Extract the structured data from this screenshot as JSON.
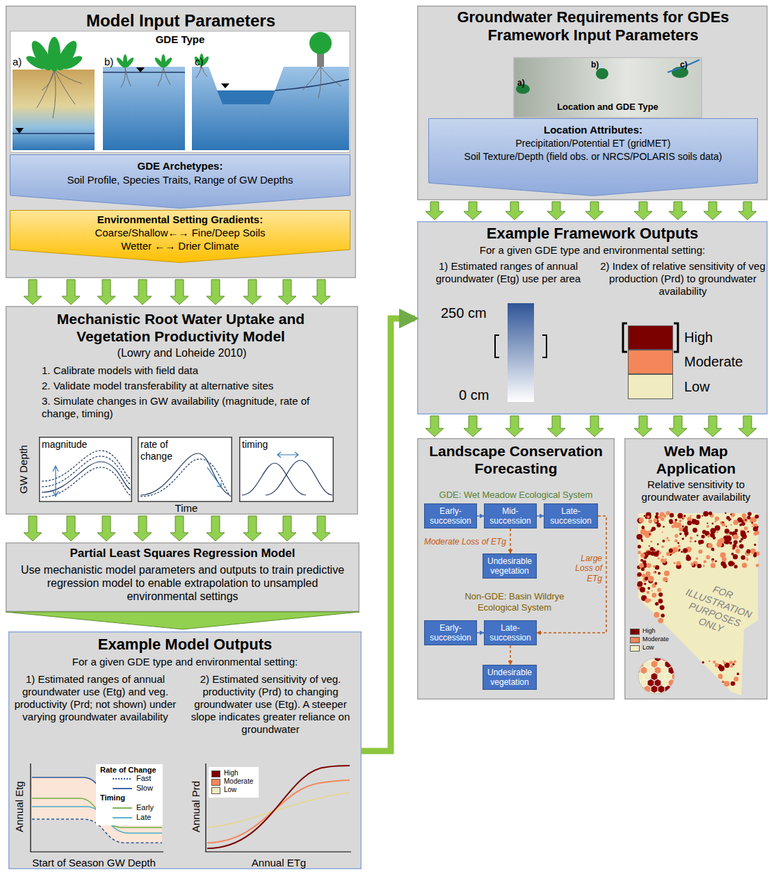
{
  "diagram": {
    "nodes": [
      {
        "text": [
          "Model Input Parameters"
        ]
      },
      {
        "text": [
          "GDE Type"
        ],
        "in": 0
      },
      {
        "text": [
          "GDE Archetypes:",
          "Soil Profile, Species Traits, Range of GW Depths"
        ],
        "in": 0
      },
      {
        "text": [
          "Environmental Setting Gradients:",
          "Coarse/Shallow←→ Fine/Deep Soils",
          "Wetter ←→ Drier Climate"
        ],
        "in": 0
      },
      {
        "text": [
          "Mechanistic Root Water Uptake and Vegetation Productivity Model",
          "(Lowry and Loheide 2010)",
          "1. Calibrate models with field data",
          "2. Validate model transferability at alternative sites",
          "3. Simulate changes in GW availability (magnitude, rate of change, timing)"
        ]
      },
      {
        "text": [
          "magnitude"
        ],
        "in": 4
      },
      {
        "text": [
          "rate of change"
        ],
        "in": 4
      },
      {
        "text": [
          "timing"
        ],
        "in": 4
      },
      {
        "text": [
          "Partial Least Squares Regression Model",
          "Use mechanistic model parameters and outputs to train predictive regression model to enable extrapolation to unsampled environmental settings"
        ]
      },
      {
        "text": [
          "Example Model Outputs",
          "For a given GDE type and environmental setting:",
          "1) Estimated ranges of annual groundwater use (Etg) and veg. productivity (Prd; not shown) under varying groundwater availability",
          "2) Estimated sensitivity of veg. productivity (Prd) to changing groundwater use (Etg). A steeper slope indicates greater reliance on groundwater"
        ]
      },
      {
        "text": [
          "Groundwater Requirements for GDEs Framework Input Parameters"
        ]
      },
      {
        "text": [
          "Location and GDE Type"
        ],
        "in": 10
      },
      {
        "text": [
          "Location Attributes:",
          "Precipitation/Potential ET (gridMET)",
          "Soil Texture/Depth (field obs. or NRCS/POLARIS soils data)"
        ],
        "in": 10
      },
      {
        "text": [
          "Example Framework Outputs",
          "For a given GDE type and environmental setting:",
          "1) Estimated ranges of annual groundwater (Etg) use per area",
          "2) Index of relative sensitivity of veg production (Prd) to groundwater availability"
        ]
      },
      {
        "text": [
          "Landscape Conservation Forecasting"
        ]
      },
      {
        "text": [
          "Early- succession"
        ],
        "in": 14
      },
      {
        "text": [
          "Mid- succession"
        ],
        "in": 14
      },
      {
        "text": [
          "Late- succession"
        ],
        "in": 14
      },
      {
        "text": [
          "Undesirable vegetation"
        ],
        "in": 14
      },
      {
        "text": [
          "Early- succession"
        ],
        "in": 14
      },
      {
        "text": [
          "Late- succession"
        ],
        "in": 14
      },
      {
        "text": [
          "Undesirable vegetation"
        ],
        "in": 14
      },
      {
        "text": [
          "Web Map Application",
          "Relative sensitivity to groundwater availability"
        ]
      }
    ],
    "edges": [
      {
        "from": 0,
        "to": 4,
        "arrow": "to"
      },
      {
        "from": 4,
        "to": 8,
        "arrow": "to"
      },
      {
        "from": 8,
        "to": 9,
        "arrow": "to"
      },
      {
        "from": 9,
        "to": 13,
        "arrow": "to"
      },
      {
        "from": 10,
        "to": 13,
        "arrow": "to"
      },
      {
        "from": 13,
        "to": 14,
        "arrow": "to"
      },
      {
        "from": 13,
        "to": 22,
        "arrow": "to"
      },
      {
        "from": 15,
        "to": 16,
        "arrow": "to"
      },
      {
        "from": 16,
        "to": 17,
        "arrow": "to"
      },
      {
        "from": 16,
        "to": 18,
        "arrow": "to",
        "label": "Moderate Loss of ETg"
      },
      {
        "from": 17,
        "to": 20,
        "arrow": "to",
        "label": "Large Loss of ETg"
      },
      {
        "from": 19,
        "to": 20,
        "arrow": "to"
      },
      {
        "from": 20,
        "to": 21,
        "arrow": "to"
      }
    ],
    "labels": [
      "a)",
      "b)",
      "c)",
      "GW Depth",
      "Time",
      "Annual Etg",
      "Rate of Change",
      "Timing",
      "Start of Season GW Depth",
      "Annual Prd",
      "Annual ETg",
      "a)",
      "b)",
      "c)",
      "250 cm",
      "0 cm",
      "GDE: Wet Meadow Ecological System",
      "Non-GDE: Basin Wildrye Ecological System",
      "FOR ILLUSTRATION PURPOSES ONLY"
    ],
    "legend": [
      {
        "text": "Fast"
      },
      {
        "text": "Slow"
      },
      {
        "text": "Early"
      },
      {
        "text": "Late"
      },
      {
        "text": "High",
        "color": "#7b0000"
      },
      {
        "text": "Moderate",
        "color": "#f4875a"
      },
      {
        "text": "Low",
        "color": "#f1ebc0"
      },
      {
        "text": "High",
        "color": "#7b0000"
      },
      {
        "text": "Moderate",
        "color": "#f4875a"
      },
      {
        "text": "Low",
        "color": "#f1ebc0"
      },
      {
        "text": "High",
        "color": "#7b0000"
      },
      {
        "text": "Moderate",
        "color": "#f4875a"
      },
      {
        "text": "Low",
        "color": "#f1ebc0"
      }
    ]
  }
}
